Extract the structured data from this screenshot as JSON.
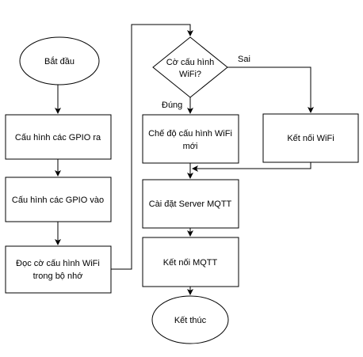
{
  "nodes": {
    "start": "Bắt đầu",
    "gpio_out": "Cấu hình các GPIO ra",
    "gpio_in": "Cấu hình các GPIO vào",
    "read_flag_line1": "Đọc cờ cấu hình WiFi",
    "read_flag_line2": "trong bộ nhớ",
    "decision_line1": "Cờ cấu hình",
    "decision_line2": "WiFi?",
    "config_mode_line1": "Chế độ cấu hình WiFi",
    "config_mode_line2": "mới",
    "connect_wifi": "Kết nối WiFi",
    "setup_mqtt": "Cài đặt Server MQTT",
    "connect_mqtt": "Kết nối MQTT",
    "end": "Kết thúc"
  },
  "edges": {
    "yes_label": "Đúng",
    "no_label": "Sai"
  }
}
